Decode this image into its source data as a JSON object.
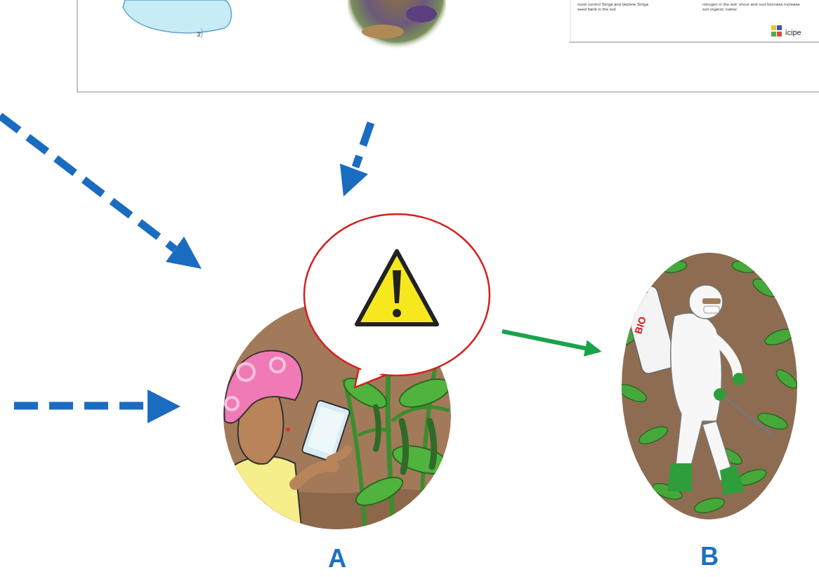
{
  "diagram": {
    "nodes": [
      {
        "text": [
          "A"
        ]
      },
      {
        "text": [
          "B"
        ]
      }
    ],
    "edges": [
      {
        "from": 0,
        "to": 1,
        "arrow": "to"
      }
    ],
    "labels": [
      "3'",
      "roots control Striga and deplete Striga seed bank in the soil",
      "nitrogen in the soil; shoot and root biomass increase soil organic matter",
      "icipe",
      "BIO"
    ]
  }
}
